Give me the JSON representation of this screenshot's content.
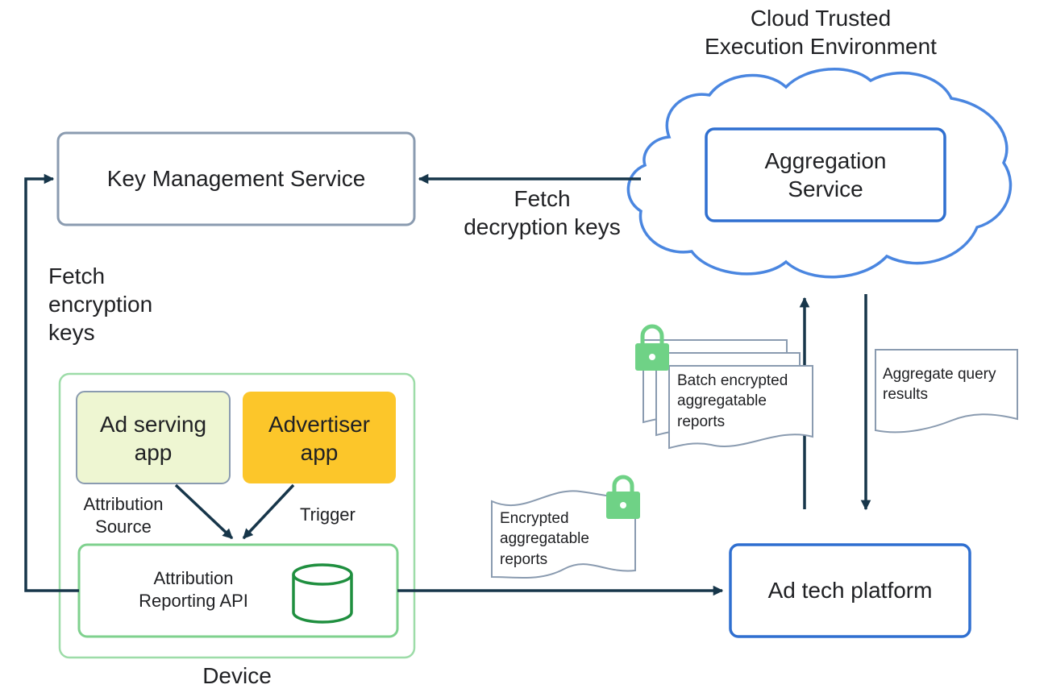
{
  "cloud": {
    "title_line1": "Cloud Trusted",
    "title_line2": "Execution Environment"
  },
  "aggregation_service": {
    "line1": "Aggregation",
    "line2": "Service"
  },
  "key_management_service": {
    "label": "Key Management Service"
  },
  "fetch_decryption": {
    "line1": "Fetch",
    "line2": "decryption keys"
  },
  "fetch_encryption": {
    "line1": "Fetch",
    "line2": "encryption",
    "line3": "keys"
  },
  "ad_serving_app": {
    "line1": "Ad serving",
    "line2": "app"
  },
  "advertiser_app": {
    "line1": "Advertiser",
    "line2": "app"
  },
  "attribution_source": {
    "line1": "Attribution",
    "line2": "Source"
  },
  "trigger": {
    "label": "Trigger"
  },
  "attribution_api": {
    "line1": "Attribution",
    "line2": "Reporting API"
  },
  "device": {
    "label": "Device"
  },
  "encrypted_reports": {
    "line1": "Encrypted",
    "line2": "aggregatable",
    "line3": "reports"
  },
  "batch_reports": {
    "line1": "Batch encrypted",
    "line2": "aggregatable",
    "line3": "reports"
  },
  "aggregate_results": {
    "line1": "Aggregate query",
    "line2": "results"
  },
  "ad_tech_platform": {
    "label": "Ad tech platform"
  },
  "colors": {
    "arrow": "#17364a",
    "blue_border": "#2f6fd0",
    "gray_border": "#8a9bb0",
    "green_border": "#7fd18e",
    "ad_serving_fill": "#eef6d2",
    "advertiser_fill": "#fcc62a",
    "lock_green": "#6fd286",
    "db_green": "#1f8f3f"
  }
}
